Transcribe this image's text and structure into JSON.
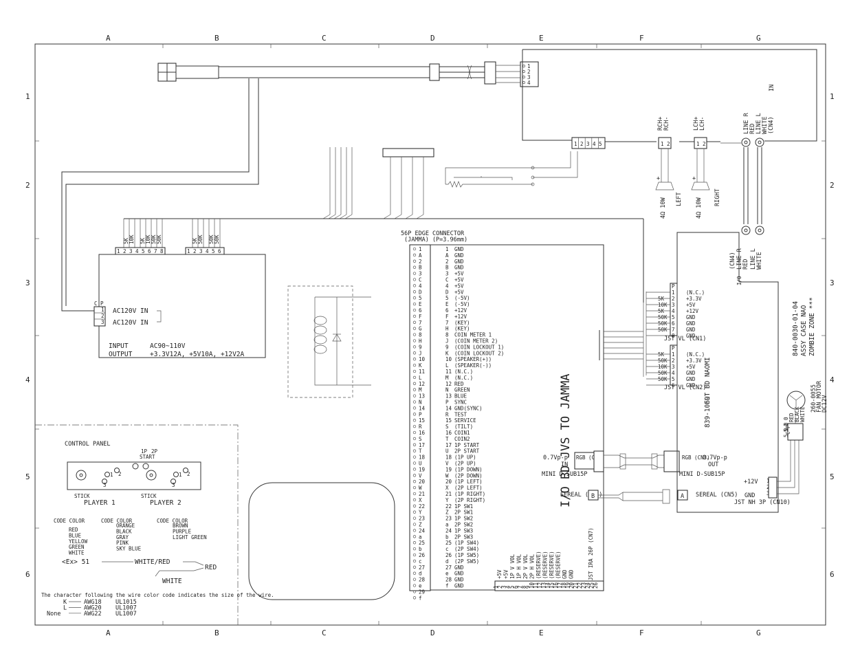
{
  "grid": {
    "cols": [
      "A",
      "B",
      "C",
      "D",
      "E",
      "F",
      "G"
    ],
    "rows": [
      "1",
      "2",
      "3",
      "4",
      "5",
      "6"
    ]
  },
  "jamma": {
    "title": "56P EDGE CONNECTOR",
    "subtitle": "(JAMMA) (P=3.96mm)",
    "pins": [
      "1",
      "A",
      "2",
      "B",
      "3",
      "C",
      "4",
      "D",
      "5",
      "E",
      "6",
      "F",
      "7",
      "G",
      "8",
      "H",
      "9",
      "J",
      "10",
      "K",
      "11",
      "L",
      "12",
      "M",
      "13",
      "N",
      "14",
      "P",
      "15",
      "R",
      "16",
      "S",
      "17",
      "T",
      "18",
      "U",
      "19",
      "V",
      "20",
      "W",
      "21",
      "X",
      "22",
      "Y",
      "23",
      "Z",
      "24",
      "a",
      "25",
      "b",
      "26",
      "c",
      "27",
      "d",
      "28",
      "e",
      "29",
      "f"
    ],
    "signals": [
      {
        "pin": "1",
        "name": "GND"
      },
      {
        "pin": "A",
        "name": "GND"
      },
      {
        "pin": "2",
        "name": "GND"
      },
      {
        "pin": "B",
        "name": "GND"
      },
      {
        "pin": "3",
        "name": "+5V"
      },
      {
        "pin": "C",
        "name": "+5V"
      },
      {
        "pin": "4",
        "name": "+5V"
      },
      {
        "pin": "D",
        "name": "+5V"
      },
      {
        "pin": "5",
        "name": "(-5V)"
      },
      {
        "pin": "E",
        "name": "(-5V)"
      },
      {
        "pin": "6",
        "name": "+12V"
      },
      {
        "pin": "F",
        "name": "+12V"
      },
      {
        "pin": "7",
        "name": "(KEY)"
      },
      {
        "pin": "H",
        "name": "(KEY)"
      },
      {
        "pin": "8",
        "name": "COIN METER 1"
      },
      {
        "pin": "J",
        "name": "(COIN METER 2)"
      },
      {
        "pin": "9",
        "name": "(COIN LOCKOUT 1)"
      },
      {
        "pin": "K",
        "name": "(COIN LOCKOUT 2)"
      },
      {
        "pin": "10",
        "name": "(SPEAKER(+))"
      },
      {
        "pin": "L",
        "name": "(SPEAKER(-))"
      },
      {
        "pin": "11",
        "name": "(N.C.)"
      },
      {
        "pin": "M",
        "name": "(N.C.)"
      },
      {
        "pin": "12",
        "name": "RED"
      },
      {
        "pin": "N",
        "name": "GREEN"
      },
      {
        "pin": "13",
        "name": "BLUE"
      },
      {
        "pin": "P",
        "name": "SYNC"
      },
      {
        "pin": "14",
        "name": "GND(SYNC)"
      },
      {
        "pin": "R",
        "name": "TEST"
      },
      {
        "pin": "15",
        "name": "SERVICE"
      },
      {
        "pin": "S",
        "name": "(TILT)"
      },
      {
        "pin": "16",
        "name": "COIN1"
      },
      {
        "pin": "T",
        "name": "COIN2"
      },
      {
        "pin": "17",
        "name": "1P START"
      },
      {
        "pin": "U",
        "name": "2P START"
      },
      {
        "pin": "18",
        "name": "(1P UP)"
      },
      {
        "pin": "V",
        "name": "(2P UP)"
      },
      {
        "pin": "19",
        "name": "(1P DOWN)"
      },
      {
        "pin": "W",
        "name": "(2P DOWN)"
      },
      {
        "pin": "20",
        "name": "(1P LEFT)"
      },
      {
        "pin": "X",
        "name": "(2P LEFT)"
      },
      {
        "pin": "21",
        "name": "(1P RIGHT)"
      },
      {
        "pin": "Y",
        "name": "(2P RIGHT)"
      },
      {
        "pin": "22",
        "name": "1P SW1"
      },
      {
        "pin": "Z",
        "name": "2P SW1"
      },
      {
        "pin": "23",
        "name": "1P SW2"
      },
      {
        "pin": "a",
        "name": "2P SW2"
      },
      {
        "pin": "24",
        "name": "1P SW3"
      },
      {
        "pin": "b",
        "name": "2P SW3"
      },
      {
        "pin": "25",
        "name": "(1P SW4)"
      },
      {
        "pin": "c",
        "name": "(2P SW4)"
      },
      {
        "pin": "26",
        "name": "(1P SW5)"
      },
      {
        "pin": "d",
        "name": "(2P SW5)"
      },
      {
        "pin": "27",
        "name": "GND"
      },
      {
        "pin": "e",
        "name": "GND"
      },
      {
        "pin": "28",
        "name": "GND"
      },
      {
        "pin": "f",
        "name": "GND"
      }
    ]
  },
  "io_board": {
    "label": "I/O BD JVS TO JAMMA",
    "cn1_title": "JST VL (CN1)",
    "cn1": [
      {
        "wire": "",
        "pin": "P",
        "sig": ""
      },
      {
        "wire": "",
        "pin": "1",
        "sig": "(N.C.)"
      },
      {
        "wire": "5K",
        "pin": "2",
        "sig": "+3.3V"
      },
      {
        "wire": "10K",
        "pin": "3",
        "sig": "+5V"
      },
      {
        "wire": "5K",
        "pin": "4",
        "sig": "+12V"
      },
      {
        "wire": "50K",
        "pin": "5",
        "sig": "GND"
      },
      {
        "wire": "50K",
        "pin": "6",
        "sig": "GND"
      },
      {
        "wire": "50K",
        "pin": "7",
        "sig": "GND"
      },
      {
        "wire": "",
        "pin": "8",
        "sig": "GND"
      }
    ],
    "cn2_title": "JST VL (CN2)",
    "cn2": [
      {
        "wire": "",
        "pin": "P",
        "sig": ""
      },
      {
        "wire": "5K",
        "pin": "1",
        "sig": "(N.C.)"
      },
      {
        "wire": "50K",
        "pin": "2",
        "sig": "+3.3V"
      },
      {
        "wire": "10K",
        "pin": "3",
        "sig": "+5V"
      },
      {
        "wire": "50K",
        "pin": "4",
        "sig": "GND"
      },
      {
        "wire": "50K",
        "pin": "5",
        "sig": "GND"
      },
      {
        "wire": "",
        "pin": "6",
        "sig": "GND"
      }
    ],
    "cn7_title": "JST IRA 26P (CN7)",
    "cn7_pins": [
      "1",
      "2",
      "3",
      "4",
      "5",
      "6",
      "7",
      "8",
      "9",
      "10",
      "11",
      "12",
      "13",
      "14",
      "15",
      "16",
      "17",
      "18",
      "19",
      "20",
      "21",
      "22",
      "23",
      "24",
      "25",
      "26"
    ],
    "cn7_signals": [
      "+5V",
      "+5V",
      "1P V VOL",
      "1P H VOL",
      "2P V VOL",
      "2P H VOL",
      "(RESERVE)",
      "(RESERVE)",
      "(RESERVE)",
      "(RESERVE)",
      "GND",
      "GND"
    ],
    "rgb_in_level": "0.7Vp-p",
    "rgb_in_label": "IN",
    "rgb_in_conn": "RGB (CN5)",
    "rgb_in_type": "MINI D-SUB15P",
    "serial_in": "SEREAL (CN2)",
    "serial_in_id": "B"
  },
  "naomi": {
    "label": "FLT BD NAOMI",
    "part": "839-1069",
    "cn4": "(CN4)",
    "line_r": "LINE R",
    "line_r_color": "RED",
    "line_l": "LINE L",
    "line_l_color": "WHITE",
    "io": "I/O",
    "rgb_out_level": "0.7Vp-p",
    "rgb_out_label": "OUT",
    "rgb_out_conn": "RGB (CN3)",
    "rgb_out_type": "MINI D-SUB15P",
    "serial_out": "SEREAL (CN5)",
    "serial_out_id": "A",
    "cn10_title": "JST NH 3P (CN10)",
    "cn10": [
      {
        "sig": "+12V",
        "pin": "1"
      },
      {
        "sig": "",
        "pin": "2"
      },
      {
        "sig": "GND",
        "pin": "3"
      }
    ],
    "cn10_pins": [
      "1 0",
      "2 0",
      "3 0"
    ],
    "cn10_wires": [
      "1 0",
      "5 0",
      "5 0"
    ],
    "cn10_colors": [
      "RED",
      "BLACK",
      "WHITE"
    ],
    "cn10_cp": "C P"
  },
  "case": {
    "part": "840-0030-01-04",
    "name": "ASSY CASE NAO",
    "game": "ZOMBIE ZONE ***"
  },
  "fan": {
    "part": "260-0055",
    "label": "FAN MOTOR",
    "voltage": "DC12V"
  },
  "speakers": {
    "in_label": "IN",
    "in_cn4": "(CN4)",
    "in_line_r": "LINE R",
    "in_line_r_color": "RED",
    "in_line_l": "LINE L",
    "in_line_l_color": "WHITE",
    "rch_plus": "RCH+",
    "rch_minus": "RCH-",
    "lch_plus": "LCH+",
    "lch_minus": "LCH-",
    "left_spec": "4Ω 10W",
    "left_label": "LEFT",
    "right_spec": "4Ω 10W",
    "right_label": "RIGHT",
    "amp_pins": [
      "1",
      "2",
      "3",
      "4",
      "5"
    ],
    "rch_pins": [
      "1",
      "2"
    ],
    "lch_pins": [
      "1",
      "2"
    ]
  },
  "power": {
    "pins1": [
      "1",
      "2",
      "3",
      "4",
      "5",
      "6",
      "7",
      "8"
    ],
    "wires1": [
      "5K",
      "10K",
      "",
      "5K",
      "10K",
      "50K",
      "50K",
      ""
    ],
    "pins2": [
      "1",
      "2",
      "3",
      "4",
      "5",
      "6"
    ],
    "wires2": [
      "5K",
      "50K",
      "",
      "50K",
      "50K",
      ""
    ],
    "cp_title": "C P",
    "cp_pins": [
      "1",
      "2",
      "3"
    ],
    "ac_in_1": "AC120V IN",
    "ac_in_2": "AC120V IN",
    "input_label": "INPUT",
    "input_value": "AC90~110V",
    "output_label": "OUTPUT",
    "output_value": "+3.3V12A, +5V10A, +12V2A"
  },
  "plug": {
    "pins": [
      "1",
      "2",
      "3",
      "4"
    ]
  },
  "control_panel": {
    "title": "CONTROL PANEL",
    "start_1p": "1P",
    "start_2p": "2P",
    "start_label": "START",
    "button_labels": [
      "1",
      "2",
      "3",
      "1",
      "2",
      "3"
    ],
    "stick1": "STICK",
    "player1": "PLAYER 1",
    "stick2": "STICK",
    "player2": "PLAYER 2",
    "code_header_1": "CODE COLOR",
    "code_header_2": "CODE COLOR",
    "code_header_3": "CODE COLOR",
    "colors_col1": [
      "RED",
      "BLUE",
      "YELLOW",
      "GREEN",
      "WHITE"
    ],
    "colors_col2": [
      "ORANGE",
      "BLACK",
      "GRAY",
      "PINK",
      "SKY BLUE"
    ],
    "colors_col3": [
      "BROWN",
      "PURPLE",
      "LIGHT GREEN"
    ],
    "example_label": "<Ex> 51",
    "example_wire": "WHITE/RED",
    "example_red": "RED",
    "example_white": "WHITE",
    "wire_note": "The character following the wire color code indicates the size of the wire.",
    "awg": [
      {
        "code": "K",
        "awg": "AWG18",
        "ul": "UL1015"
      },
      {
        "code": "L",
        "awg": "AWG20",
        "ul": "UL1007"
      },
      {
        "code": "None",
        "awg": "AWG22",
        "ul": "UL1007"
      }
    ]
  }
}
